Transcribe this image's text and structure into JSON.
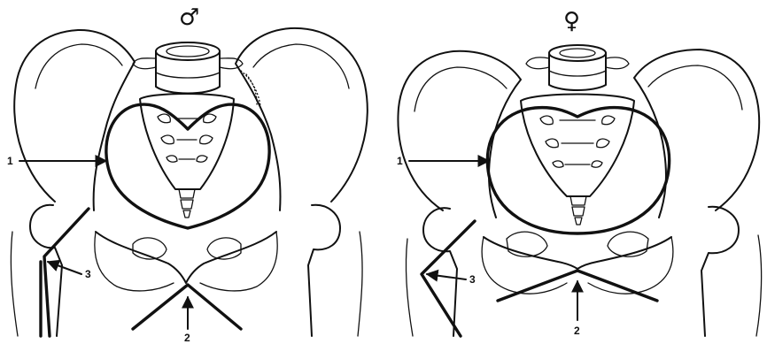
{
  "panels": [
    {
      "id": "male",
      "symbol": "♂",
      "labels": {
        "l1": "1",
        "l2": "2",
        "l3": "3"
      }
    },
    {
      "id": "female",
      "symbol": "♀",
      "labels": {
        "l1": "1",
        "l2": "2",
        "l3": "3"
      }
    }
  ],
  "colors": {
    "ink": "#111111",
    "background": "#ffffff"
  }
}
